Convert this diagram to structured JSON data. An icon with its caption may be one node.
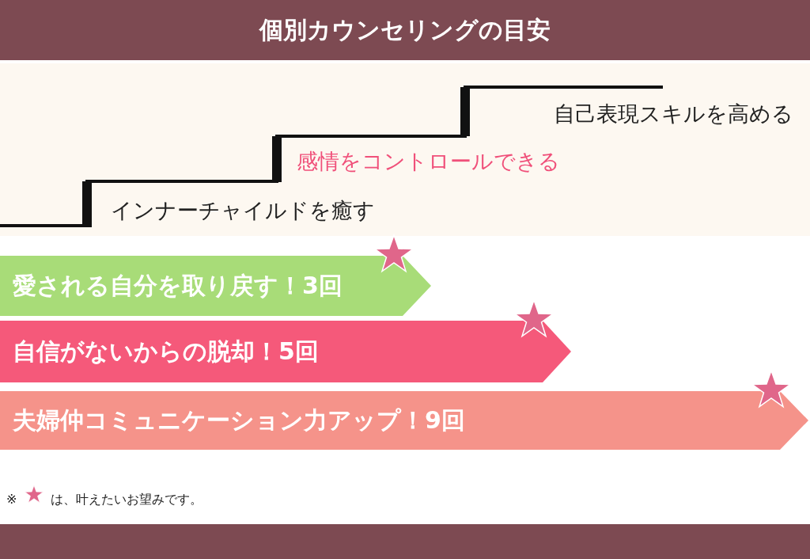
{
  "diagram": {
    "title": "個別カウンセリングの目安",
    "nodes": [
      {
        "text": [
          "愛される自分を取り戻す！3回"
        ]
      },
      {
        "text": [
          "自信がないからの脱却！5回"
        ]
      },
      {
        "text": [
          "夫婦仲コミュニケーション力アップ！9回"
        ]
      }
    ],
    "labels": [
      "自己表現スキルを高める",
      "感情をコントロールできる",
      "インナーチャイルドを癒す",
      "※",
      "は、叶えたいお望みです。"
    ]
  }
}
